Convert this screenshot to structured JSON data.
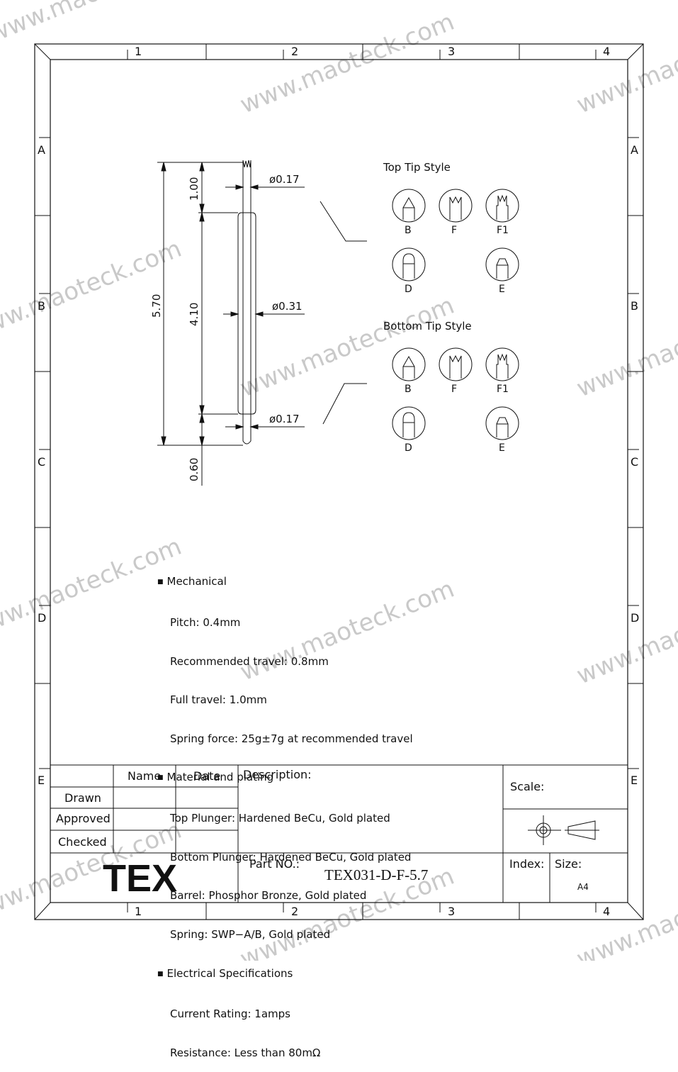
{
  "watermark": "www.maoteck.com",
  "frame": {
    "columns": [
      "1",
      "2",
      "3",
      "4"
    ],
    "rows": [
      "A",
      "B",
      "C",
      "D",
      "E"
    ]
  },
  "drawing": {
    "dimensions": {
      "total_length": "5.70",
      "top_length": "1.00",
      "barrel_length": "4.10",
      "bottom_length": "0.60",
      "top_diameter": "ø0.17",
      "barrel_diameter": "ø0.31",
      "bottom_diameter": "ø0.17"
    },
    "top_tip": {
      "title": "Top Tip Style",
      "labels": [
        "B",
        "F",
        "F1",
        "D",
        "E"
      ]
    },
    "bottom_tip": {
      "title": "Bottom Tip Style",
      "labels": [
        "B",
        "F",
        "F1",
        "D",
        "E"
      ]
    }
  },
  "specs": {
    "mechanical": {
      "heading": "Mechanical",
      "items": [
        "Pitch: 0.4mm",
        "Recommended travel: 0.8mm",
        "Full travel: 1.0mm",
        "Spring force: 25g±7g at recommended travel"
      ]
    },
    "material": {
      "heading": "Material and plating",
      "items": [
        "Top Plunger: Hardened BeCu, Gold plated",
        "Bottom Plunger: Hardened BeCu, Gold plated",
        "Barrel: Phosphor Bronze, Gold plated",
        "Spring: SWP−A/B, Gold plated"
      ]
    },
    "electrical": {
      "heading": "Electrical Specifications",
      "items": [
        "Current Rating: 1amps",
        "Resistance: Less than 80mΩ"
      ]
    }
  },
  "title_block": {
    "name_header": "Name",
    "date_header": "Date",
    "rows": [
      "Drawn",
      "Approved",
      "Checked"
    ],
    "description_label": "Description:",
    "scale_label": "Scale:",
    "logo": "TEX",
    "part_no_label": "Part NO.:",
    "part_no": "TEX031-D-F-5.7",
    "index_label": "Index:",
    "size_label": "Size:",
    "size_value": "A4"
  }
}
